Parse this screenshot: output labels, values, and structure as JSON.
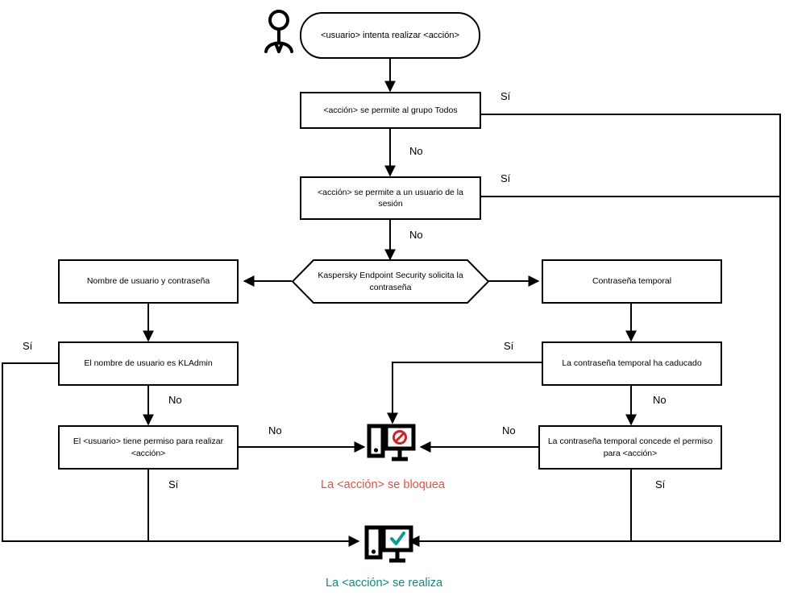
{
  "diagram": {
    "title": "Flujo de autorizacion de accion con contrasena de Kaspersky Endpoint Security",
    "colors": {
      "stroke": "#000000",
      "blocked_text": "#d2574b",
      "allowed_text": "#0d8a86",
      "blocked_icon_accent": "#cc2229",
      "allowed_icon_accent": "#0d9c93",
      "background": "#ffffff"
    }
  },
  "actor": {
    "name": "user-actor-icon"
  },
  "nodes": {
    "start": {
      "label": "<usuario> intenta realizar <acción>",
      "shape": "stadium"
    },
    "allowed_everyone": {
      "label": "<acción> se permite al grupo Todos",
      "shape": "rect"
    },
    "allowed_session_user": {
      "label": "<acción> se permite a un usuario de la sesión",
      "shape": "rect"
    },
    "kes_prompt": {
      "label": "Kaspersky Endpoint Security solicita la contraseña",
      "shape": "hexagon"
    },
    "user_password": {
      "label": "Nombre de usuario y contraseña",
      "shape": "rect"
    },
    "temp_password": {
      "label": "Contraseña temporal",
      "shape": "rect"
    },
    "is_kladmin": {
      "label": "El nombre de usuario es KLAdmin",
      "shape": "rect"
    },
    "temp_expired": {
      "label": "La contraseña temporal ha caducado",
      "shape": "rect"
    },
    "user_has_permission": {
      "label": "El <usuario> tiene permiso para realizar <acción>",
      "shape": "rect"
    },
    "temp_grants_permission": {
      "label": "La contraseña temporal concede el permiso para <acción>",
      "shape": "rect"
    }
  },
  "terminals": {
    "blocked": {
      "label": "La <acción> se bloquea",
      "icon": "monitor-blocked-icon"
    },
    "allowed": {
      "label": "La <acción> se realiza",
      "icon": "monitor-check-icon"
    }
  },
  "edge_labels": {
    "yes_everyone": "Sí",
    "no_everyone": "No",
    "yes_session": "Sí",
    "no_session": "No",
    "yes_kladmin": "Sí",
    "no_kladmin": "No",
    "no_permission": "No",
    "yes_permission": "Sí",
    "yes_expired": "Sí",
    "no_expired": "No",
    "no_grants": "No",
    "yes_grants": "Sí"
  }
}
